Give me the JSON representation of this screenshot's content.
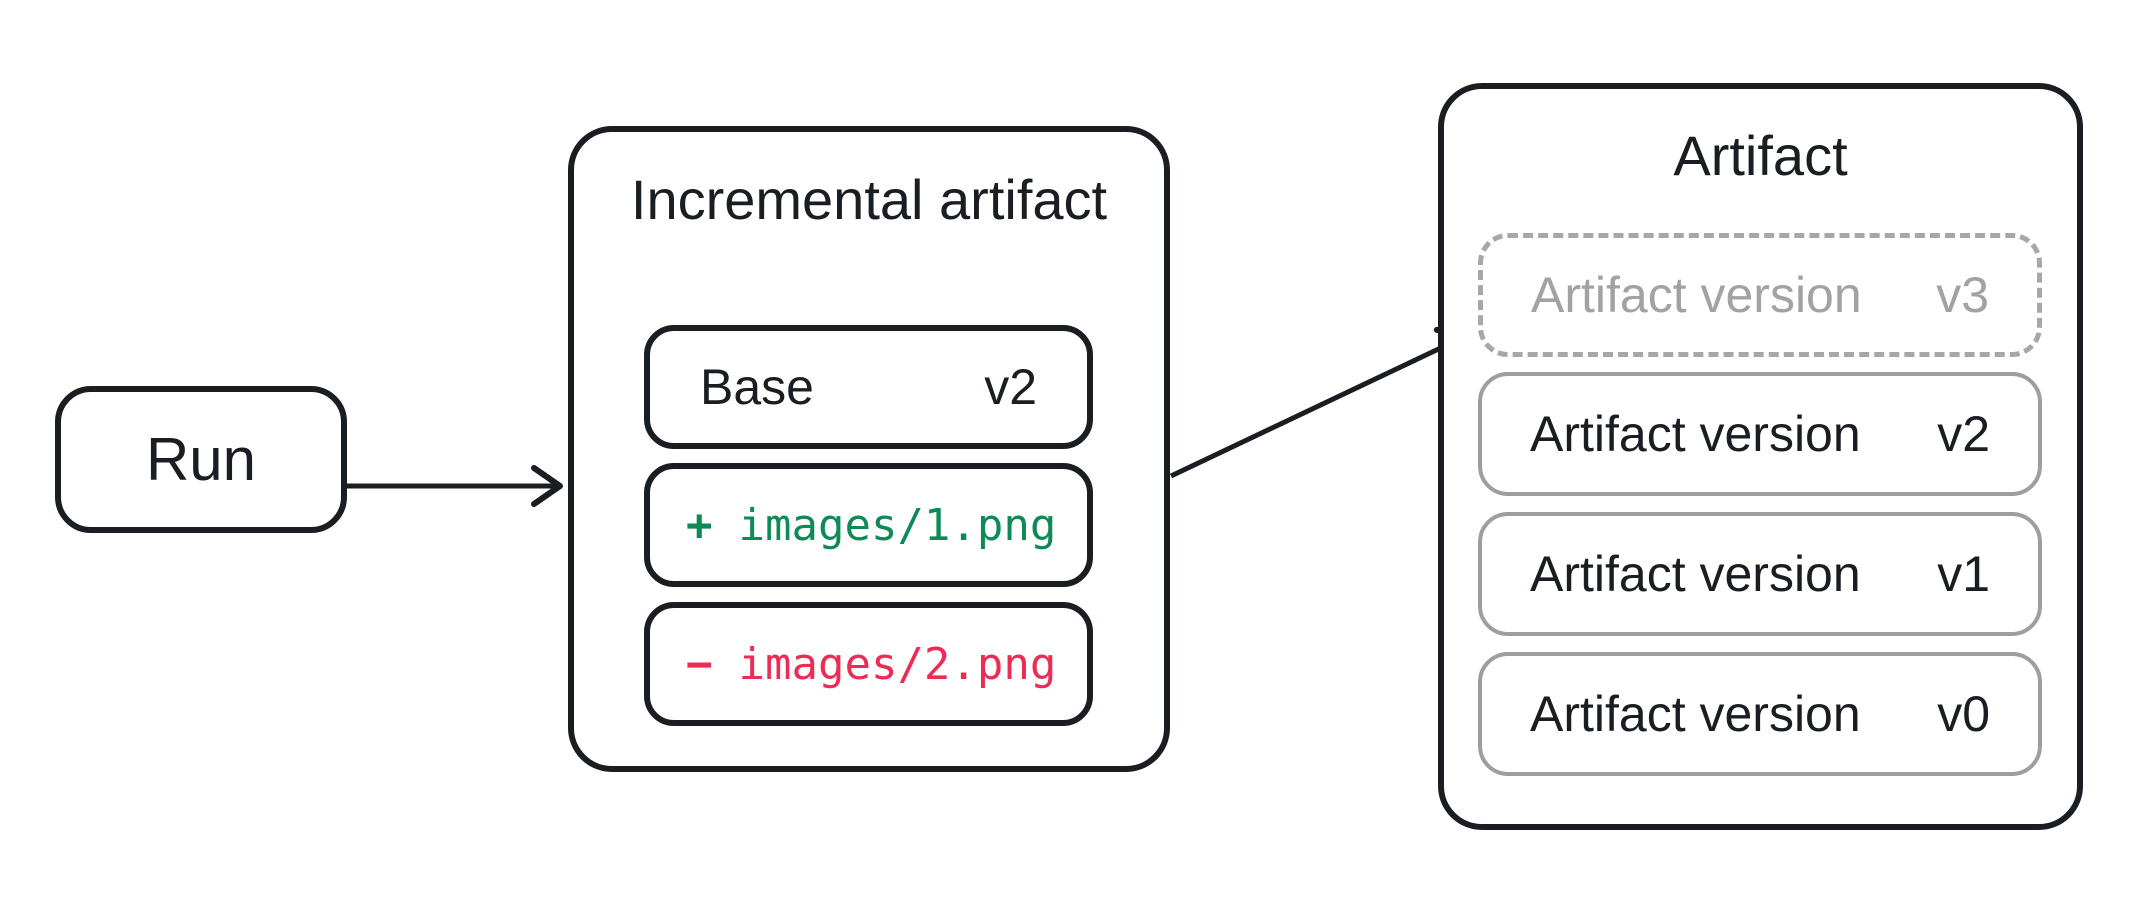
{
  "run": {
    "label": "Run"
  },
  "incremental": {
    "title": "Incremental artifact",
    "base": {
      "name": "Base",
      "version": "v2"
    },
    "added": {
      "op": "+",
      "path": "images/1.png"
    },
    "removed": {
      "op": "−",
      "path": "images/2.png"
    }
  },
  "artifact": {
    "title": "Artifact",
    "pending": {
      "name": "Artifact version",
      "version": "v3"
    },
    "versions": [
      {
        "name": "Artifact version",
        "version": "v2"
      },
      {
        "name": "Artifact version",
        "version": "v1"
      },
      {
        "name": "Artifact version",
        "version": "v0"
      }
    ]
  },
  "colors": {
    "ink": "#1a1d22",
    "green": "#0d8a56",
    "red": "#ec2c55",
    "gray_border": "#9e9e9e",
    "gray_dashed": "#a7a7a7",
    "gray_text": "#a2a2a2"
  }
}
